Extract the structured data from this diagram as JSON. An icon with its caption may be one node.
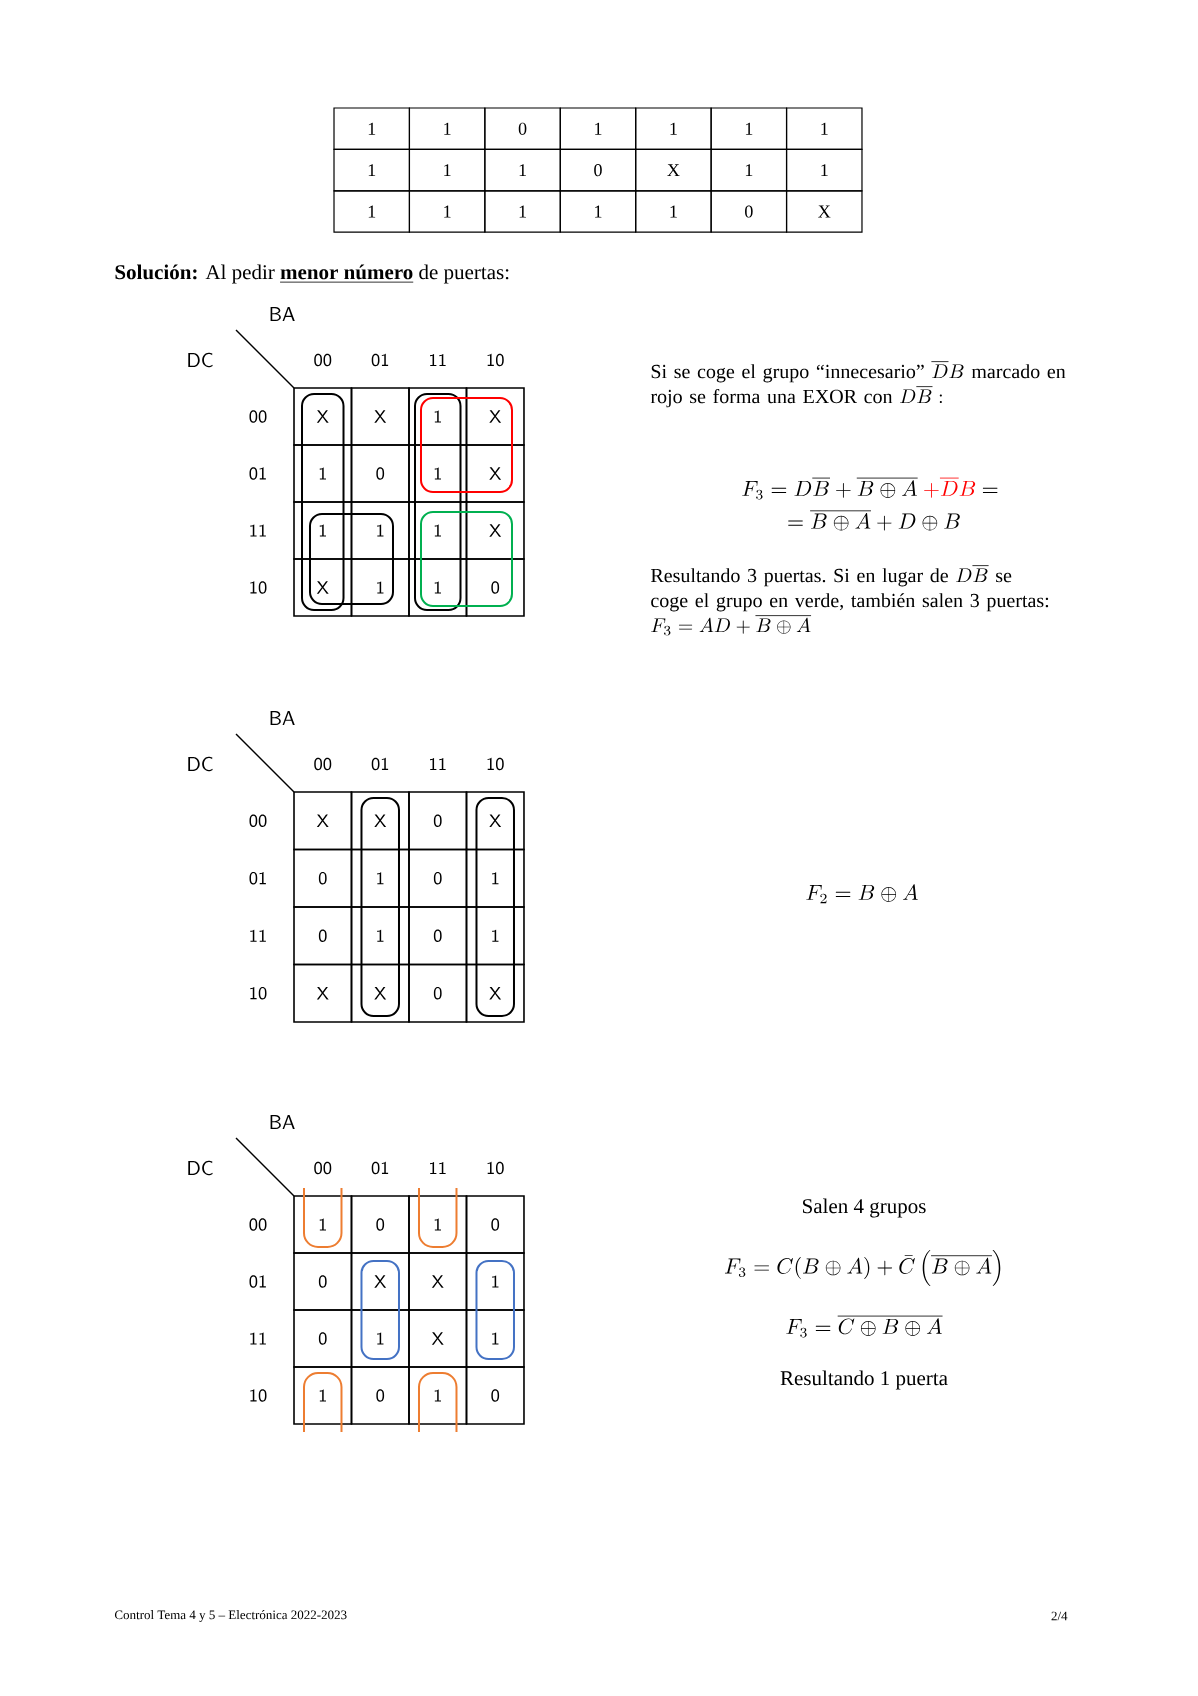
{
  "diagram": {
    "nodes": [
      {
        "text": [],
        "shape": "loop"
      },
      {
        "text": [],
        "shape": "loop"
      },
      {
        "text": [],
        "shape": "loop"
      },
      {
        "text": [],
        "shape": "loop"
      },
      {
        "text": [],
        "shape": "loop"
      },
      {
        "text": [],
        "shape": "loop"
      },
      {
        "text": [],
        "shape": "loop"
      },
      {
        "text": [],
        "shape": "loop"
      },
      {
        "text": [],
        "shape": "loop"
      },
      {
        "text": [],
        "shape": "loop"
      },
      {
        "text": [],
        "shape": "loop"
      },
      {
        "text": [],
        "shape": "loop"
      },
      {
        "text": [],
        "shape": "loop"
      }
    ],
    "labels": [
      "1",
      "1",
      "0",
      "1",
      "1",
      "1",
      "1",
      "1",
      "1",
      "1",
      "0",
      "X",
      "1",
      "1",
      "1",
      "1",
      "1",
      "1",
      "1",
      "0",
      "X",
      "Solución:",
      "Al pedir",
      "menor número",
      "de puertas:",
      "BA",
      "DC",
      "00",
      "01",
      "11",
      "10",
      "00",
      "X",
      "X",
      "1",
      "X",
      "01",
      "1",
      "0",
      "1",
      "X",
      "11",
      "1",
      "1",
      "1",
      "X",
      "10",
      "X",
      "1",
      "1",
      "0",
      "Si se coge el grupo “innecesario”",
      "\\overline{D}B",
      "marcado en rojo se forma una EXOR con",
      "D\\overline{B}:",
      "F_3 = D\\overline{B} + \\overline{B \\oplus A}",
      "+ \\overline{D}B",
      "=",
      "= \\overline{B \\oplus A} + D \\oplus B",
      "Resultando 3 puertas. Si en lugar de",
      "D\\overline{B}",
      "se coge el grupo en verde, también salen 3 puertas:",
      "F_3 = AD + \\overline{B \\oplus A}",
      "BA",
      "DC",
      "00",
      "01",
      "11",
      "10",
      "00",
      "X",
      "X",
      "0",
      "X",
      "01",
      "0",
      "1",
      "0",
      "1",
      "11",
      "0",
      "1",
      "0",
      "1",
      "10",
      "X",
      "X",
      "0",
      "X",
      "F_2 = B \\oplus A",
      "BA",
      "DC",
      "00",
      "01",
      "11",
      "10",
      "00",
      "1",
      "0",
      "1",
      "0",
      "01",
      "0",
      "X",
      "X",
      "1",
      "11",
      "0",
      "1",
      "X",
      "1",
      "10",
      "1",
      "0",
      "1",
      "0",
      "Salen 4 grupos",
      "F_3 = C(B \\oplus A) + \\bar{C}\\left(\\overline{B \\oplus A}\\right)",
      "F_3 = \\overline{C \\oplus B \\oplus A}",
      "Resultando 1 puerta",
      "Control Tema 4 y 5 – Electrónica 2022-2023",
      "2/4"
    ]
  }
}
